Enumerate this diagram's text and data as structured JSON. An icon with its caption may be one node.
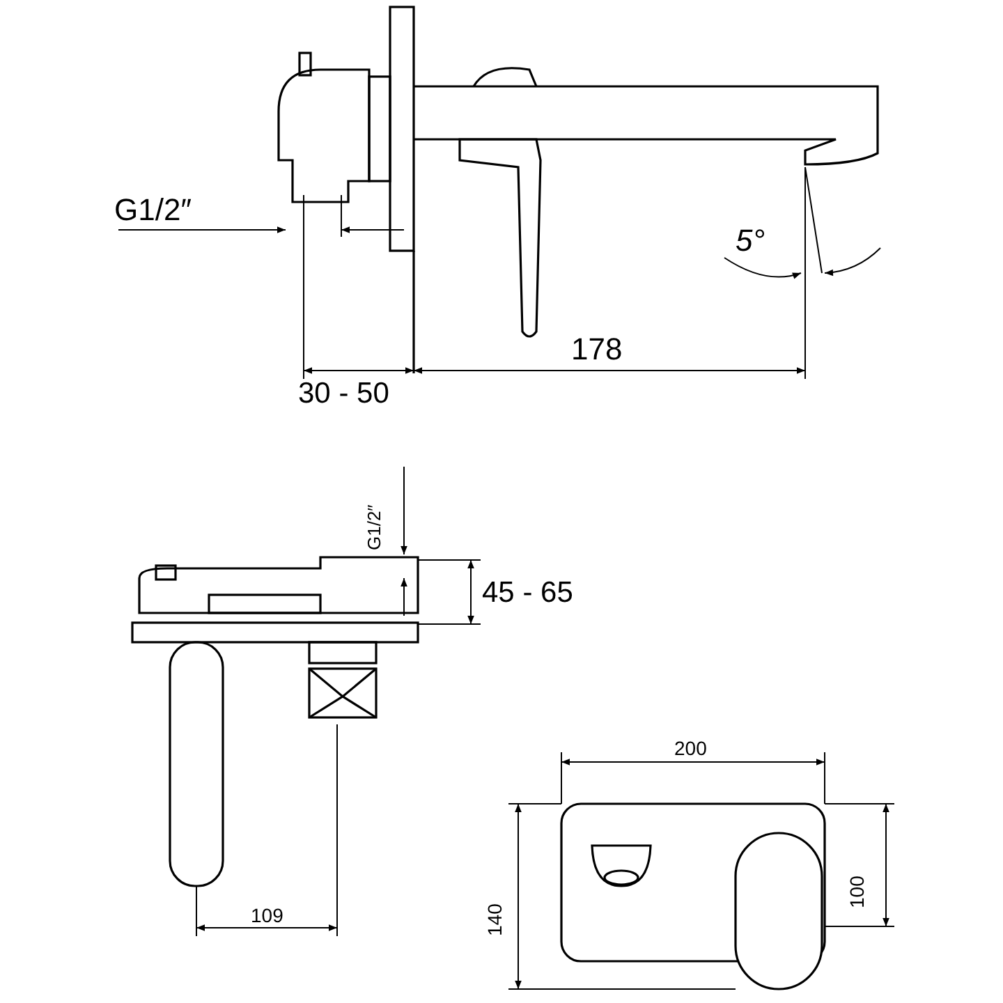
{
  "diagram": {
    "labels": [
      "G1/2″",
      "5°",
      "30 - 50",
      "178",
      "G1/2″",
      "45 - 65",
      "200",
      "140",
      "100",
      "109"
    ]
  }
}
